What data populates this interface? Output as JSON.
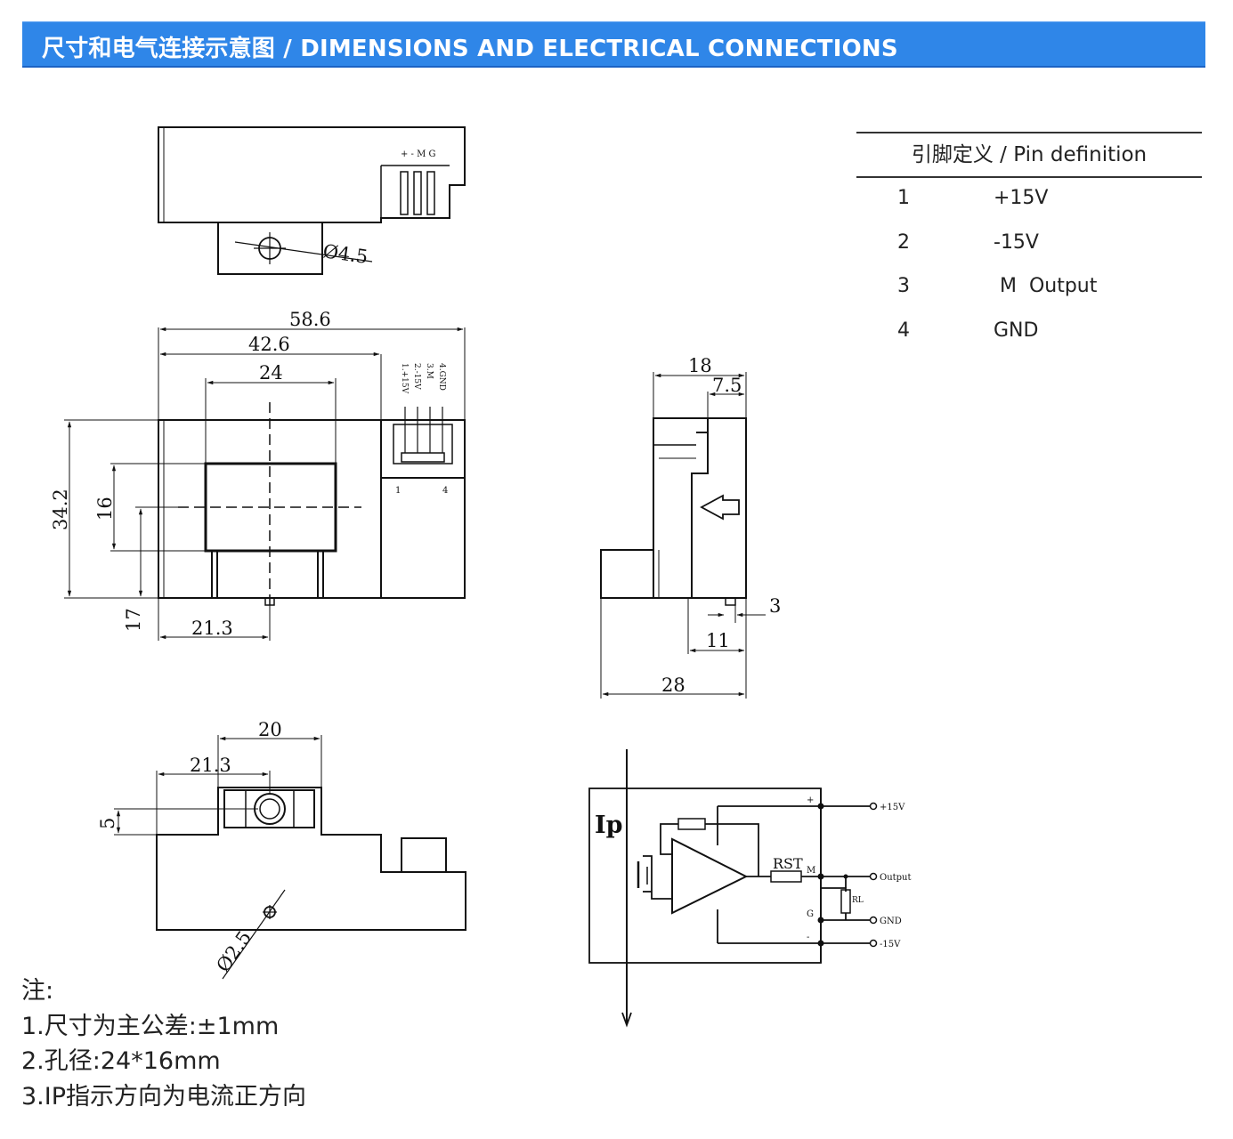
{
  "header": {
    "title": "尺寸和电气连接示意图 / DIMENSIONS AND ELECTRICAL CONNECTIONS"
  },
  "pin_table": {
    "title": "引脚定义 / Pin definition",
    "rows": [
      {
        "num": "1",
        "fn": "+15V"
      },
      {
        "num": "2",
        "fn": "-15V"
      },
      {
        "num": "3",
        "fn": " M  Output"
      },
      {
        "num": "4",
        "fn": "GND"
      }
    ]
  },
  "top_view": {
    "pin_marks": "+ - M G",
    "hole_dim": "Ø4.5"
  },
  "front_view": {
    "width_total": "58.6",
    "width_body": "42.6",
    "aperture_width": "24",
    "height_total": "34.2",
    "aperture_height": "16",
    "aperture_offset_v": "17",
    "aperture_offset_h": "21.3",
    "pin_labels": [
      "4.GND",
      "3.M",
      "2.-15V",
      "1.+15V"
    ],
    "pin_first": "1",
    "pin_last": "4"
  },
  "side_view": {
    "depth_top": "18",
    "connector_depth": "7.5",
    "peg": "3",
    "offset": "11",
    "depth_total": "28"
  },
  "bottom_view": {
    "width": "20",
    "offset": "21.3",
    "slot": "5",
    "hole_dim": "Ø2.5"
  },
  "circuit": {
    "ip_label": "Ip",
    "rst_label": "RST",
    "rl_label": "RL",
    "node_m": "M",
    "node_g": "G",
    "plus": "+",
    "minus": "-",
    "terminals": [
      "+15V",
      "Output",
      "GND",
      "-15V"
    ]
  },
  "notes": {
    "heading": "注:",
    "lines": [
      "1.尺寸为主公差:±1mm",
      "2.孔径:24*16mm",
      "3.IP指示方向为电流正方向"
    ]
  }
}
